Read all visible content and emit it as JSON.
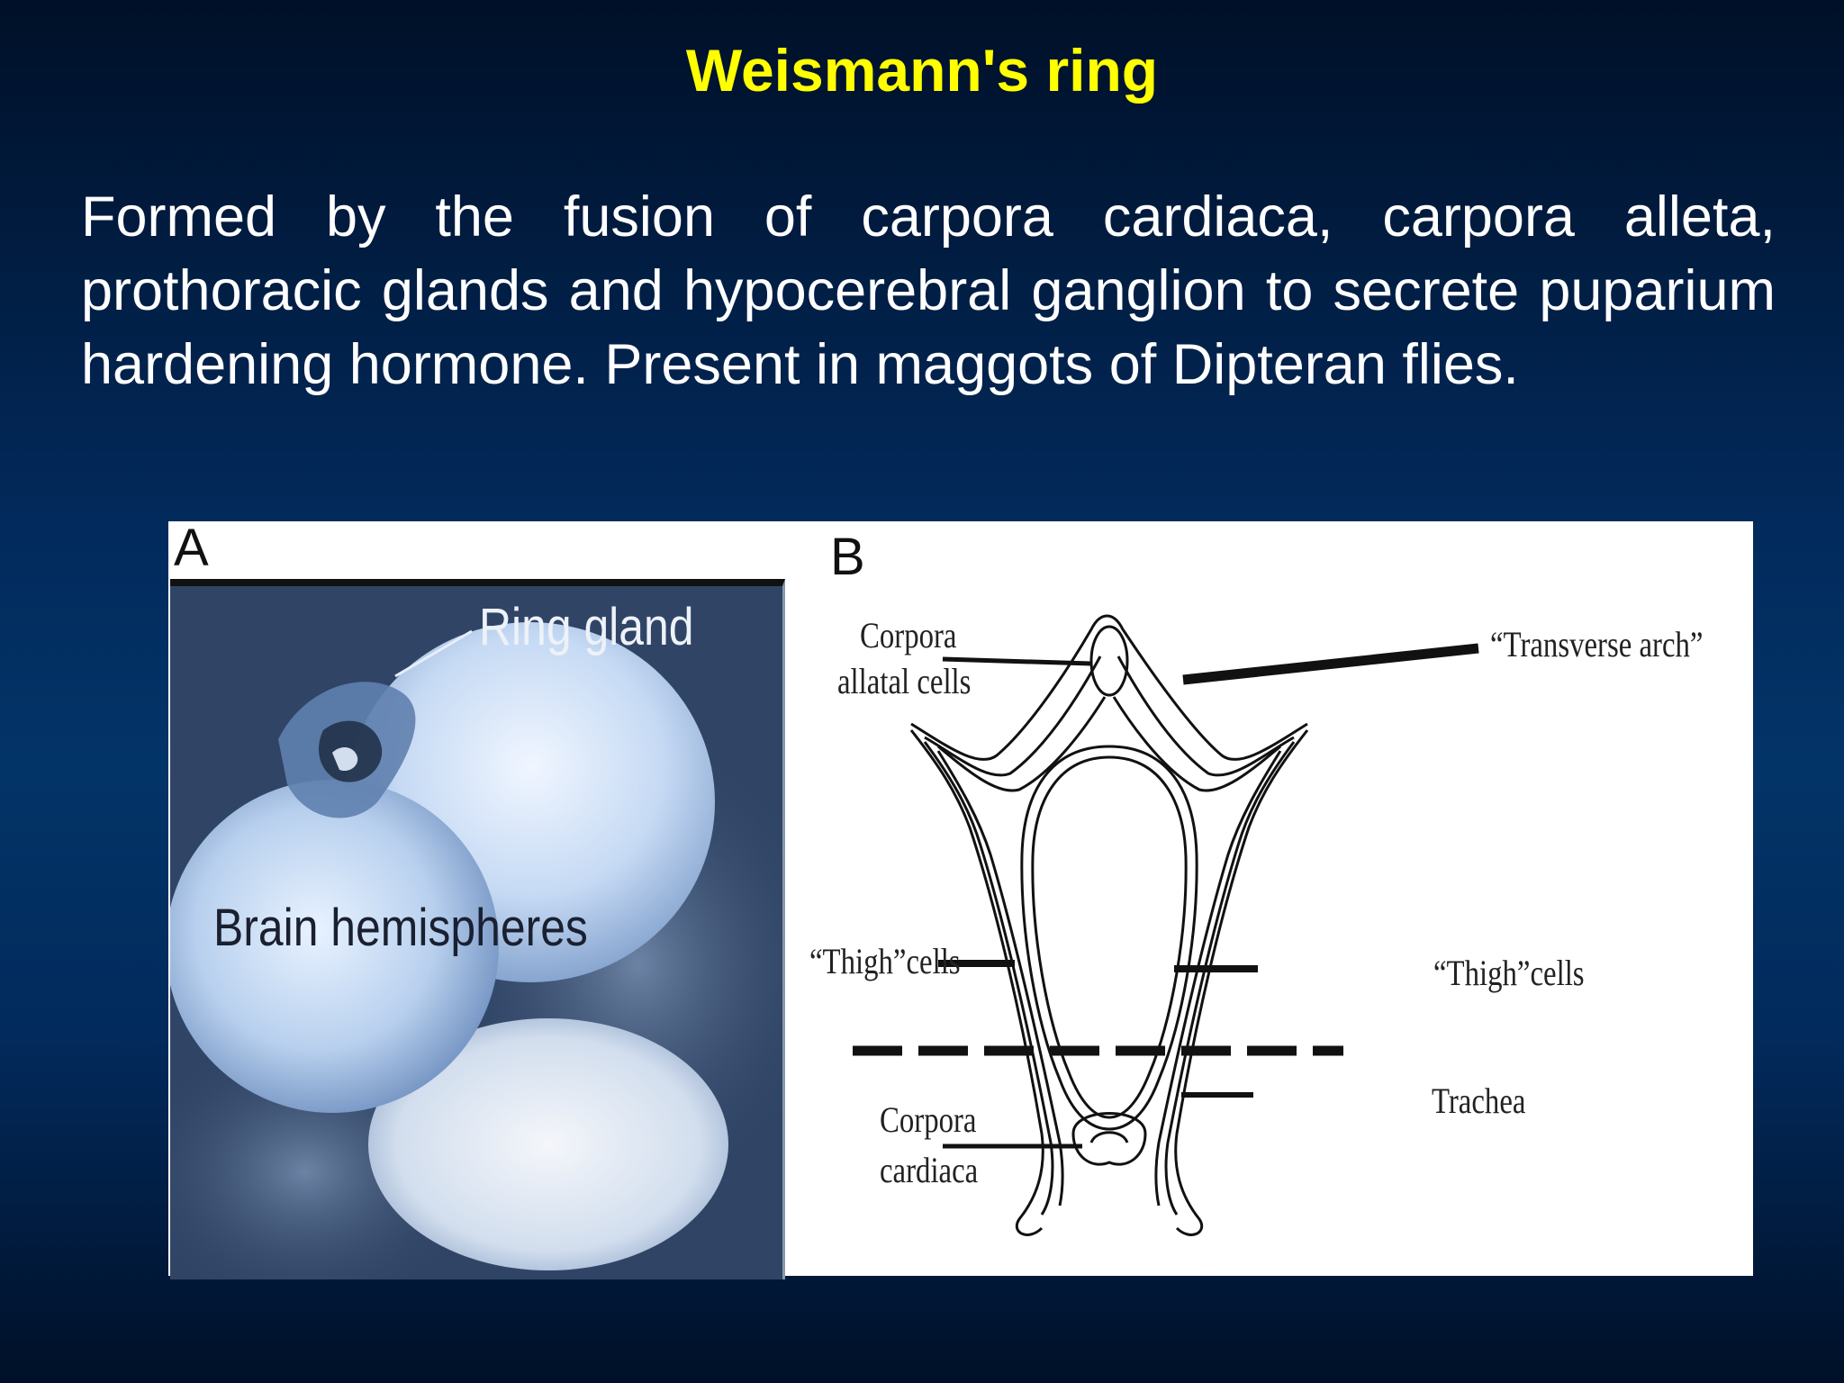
{
  "slide": {
    "title": "Weismann's ring",
    "body": "Formed by the fusion of carpora cardiaca, carpora alleta, prothoracic glands and hypocerebral ganglion to secrete puparium hardening hormone. Present in maggots of Dipteran flies."
  },
  "figure": {
    "panel_a": {
      "letter": "A",
      "labels": {
        "ring_gland": "Ring gland",
        "brain_hemispheres": "Brain hemispheres"
      }
    },
    "panel_b": {
      "letter": "B",
      "labels": {
        "corpora_allatal_1": "Corpora",
        "corpora_allatal_2": "allatal  cells",
        "transverse_arch": "“Transverse arch”",
        "thigh_left": "“Thigh”cells",
        "thigh_right": "“Thigh”cells",
        "trachea": "Trachea",
        "corpora_cardiaca_1": "Corpora",
        "corpora_cardiaca_2": "cardiaca"
      }
    }
  }
}
